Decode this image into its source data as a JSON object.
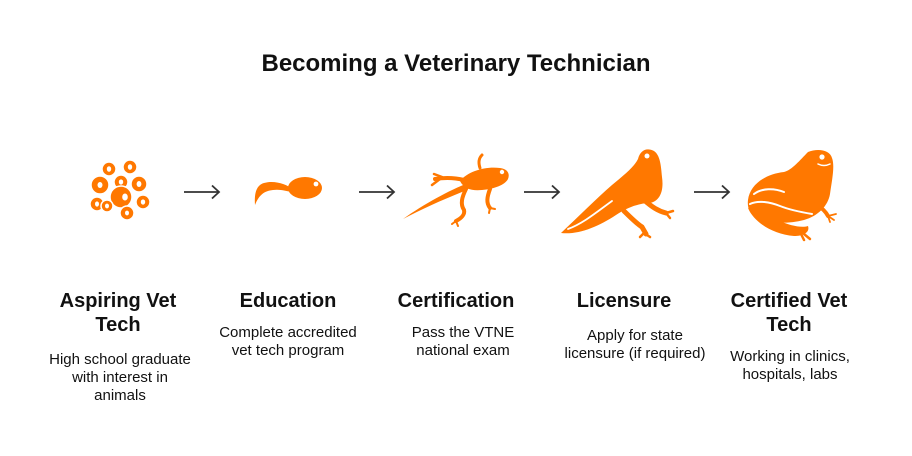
{
  "title": "Becoming a Veterinary Technician",
  "accent_color": "#FF7800",
  "arrow_color": "#333333",
  "stages": [
    {
      "icon": "frog-eggs-icon",
      "title": "Aspiring Vet Tech",
      "description": "High school graduate with interest in animals"
    },
    {
      "icon": "tadpole-icon",
      "title": "Education",
      "description": "Complete accredited vet tech program"
    },
    {
      "icon": "tadpole-with-legs-icon",
      "title": "Certification",
      "description": "Pass the VTNE national exam"
    },
    {
      "icon": "froglet-icon",
      "title": "Licensure",
      "description": "Apply for state licensure (if required)"
    },
    {
      "icon": "adult-frog-icon",
      "title": "Certified Vet Tech",
      "description": "Working in clinics, hospitals, labs"
    }
  ]
}
